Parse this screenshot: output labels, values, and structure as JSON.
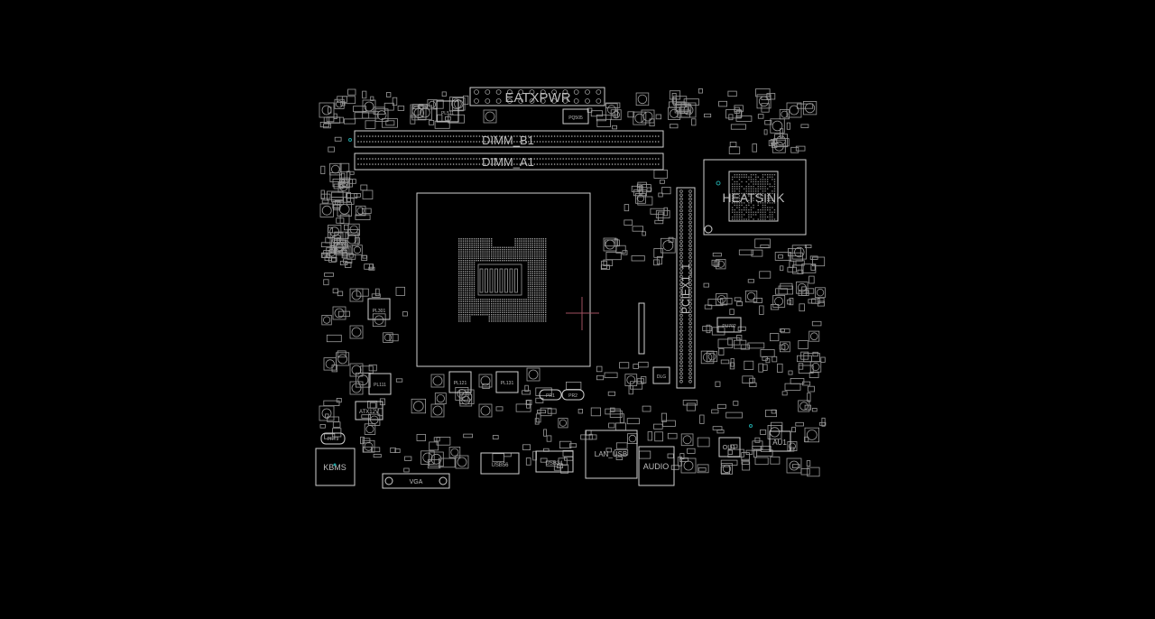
{
  "colors": {
    "background": "#000000",
    "outline": "#cfcfcf",
    "crosshair": "#a05060",
    "marker": "#1fa3a3"
  },
  "connectors": {
    "eatxpwr": "EATXPWR",
    "dimm_b1": "DIMM_B1",
    "dimm_a1": "DIMM_A1",
    "heatsink": "HEATSINK",
    "pciex1": "PCIEX1_1",
    "kbms": "KBMS",
    "audio": "AUDIO",
    "lan_usb": "LAN_USB",
    "usb1": "USB56",
    "usb2": "USB34",
    "vga": "VGA"
  },
  "parts": {
    "pl511": "PL511",
    "pq505": "PQ505",
    "pl301": "PL301",
    "pl111": "PL111",
    "pl121": "PL121",
    "pl131": "PL131",
    "atx12v": "ATX12V",
    "ou1": "OU1",
    "au1": "AU1",
    "pu702": "PU702",
    "dlg": "DLG",
    "pr1": "PR1",
    "pr2": "PR2",
    "prt9": "PRT9"
  }
}
